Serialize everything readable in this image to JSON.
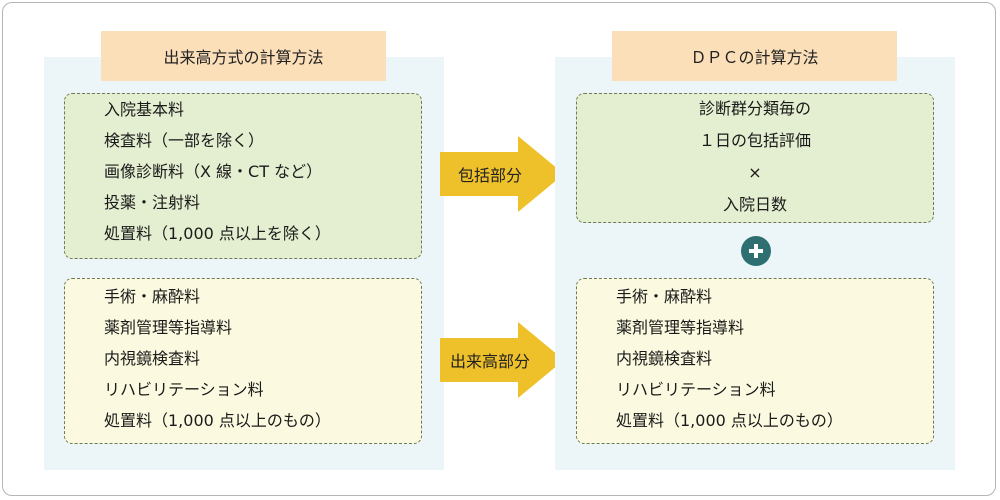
{
  "left": {
    "title": "出来高方式の計算方法",
    "top_items": [
      "入院基本料",
      "検査料（一部を除く）",
      "画像診断料（X 線・CT など）",
      "投薬・注射料",
      "処置料（1,000 点以上を除く）"
    ],
    "bottom_items": [
      "手術・麻酔料",
      "薬剤管理等指導料",
      "内視鏡検査料",
      "リハビリテーション料",
      "処置料（1,000 点以上のもの）"
    ]
  },
  "arrows": {
    "top_label": "包括部分",
    "bottom_label": "出来高部分"
  },
  "right": {
    "title": "ＤＰＣの計算方法",
    "top_lines": [
      "診断群分類毎の",
      "１日の包括評価",
      "×",
      "入院日数"
    ],
    "plus_icon": "plus-icon",
    "bottom_items": [
      "手術・麻酔料",
      "薬剤管理等指導料",
      "内視鏡検査料",
      "リハビリテーション料",
      "処置料（1,000 点以上のもの）"
    ]
  },
  "colors": {
    "panel_bg": "#ecf6f8",
    "title_bg": "#fbdfb9",
    "green_box": "#e4eed0",
    "cream_box": "#fbfae0",
    "arrow": "#eec12a",
    "plus": "#2e6f72"
  }
}
